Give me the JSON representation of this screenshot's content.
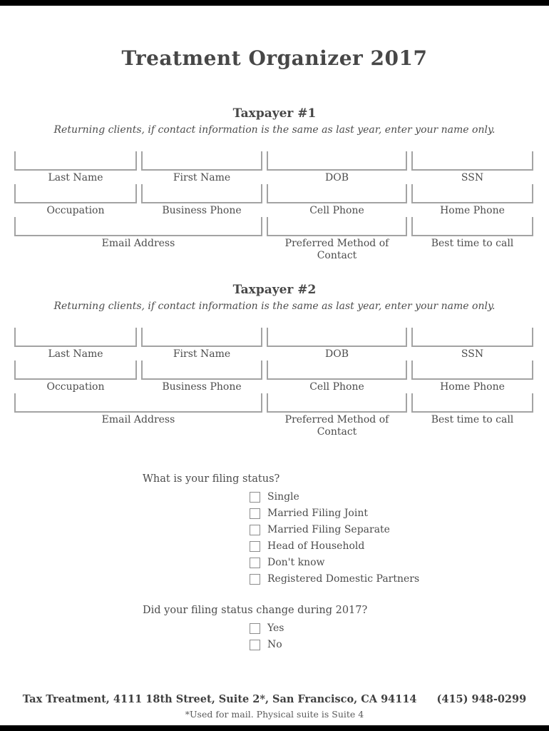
{
  "page": {
    "title": "Treatment Organizer 2017",
    "footer": {
      "address": "Tax Treatment, 4111 18th Street, Suite 2*, San Francisco, CA 94114",
      "phone": "(415) 948-0299",
      "footnote": "*Used for mail. Physical suite is Suite 4"
    }
  },
  "taxpayers": [
    {
      "heading": "Taxpayer #1",
      "note": "Returning clients, if contact information is the same as last year, enter your name only.",
      "row1": [
        "Last Name",
        "First Name",
        "DOB",
        "SSN"
      ],
      "row2": [
        "Occupation",
        "Business Phone",
        "Cell Phone",
        "Home Phone"
      ],
      "row3": [
        "Email Address",
        "Preferred Method of Contact",
        "Best time to call"
      ]
    },
    {
      "heading": "Taxpayer #2",
      "note": "Returning clients, if contact information is the same as last year, enter your name only.",
      "row1": [
        "Last Name",
        "First Name",
        "DOB",
        "SSN"
      ],
      "row2": [
        "Occupation",
        "Business Phone",
        "Cell Phone",
        "Home Phone"
      ],
      "row3": [
        "Email Address",
        "Preferred Method of Contact",
        "Best time to call"
      ]
    }
  ],
  "filing_status": {
    "question": "What is your filing status?",
    "options": [
      "Single",
      "Married Filing Joint",
      "Married Filing Separate",
      "Head of Household",
      "Don't know",
      "Registered Domestic Partners"
    ]
  },
  "filing_change": {
    "question": "Did your filing status change during 2017?",
    "options": [
      "Yes",
      "No"
    ]
  },
  "colors": {
    "text": "#4c4c4c",
    "line": "#a3a3a3",
    "bar": "#000000"
  }
}
